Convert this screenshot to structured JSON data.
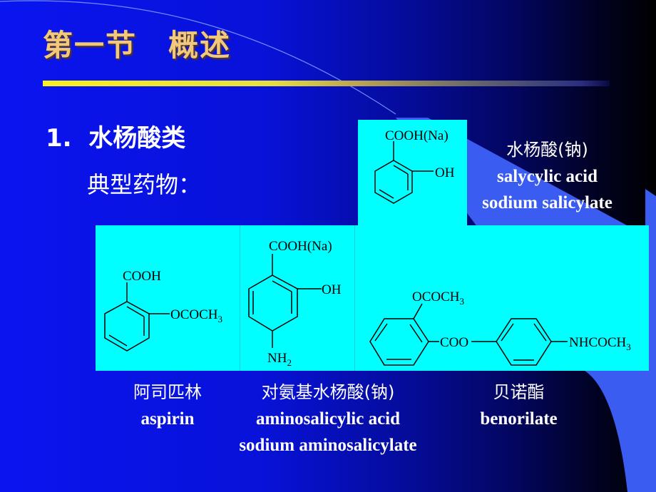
{
  "slide": {
    "title": "第一节　概述",
    "heading": "1.  水杨酸类",
    "subheading": "典型药物：",
    "colors": {
      "background_left": "#0a14f0",
      "background_right": "#000000",
      "title": "#f2c97c",
      "accent_bar": "#f8f020",
      "structure_box": "#00ffff",
      "band": "#3a5cf0",
      "text": "#ffffff"
    }
  },
  "drugs": [
    {
      "name_cn": "水杨酸(钠)",
      "name_en_1": "salycylic acid",
      "name_en_2": "sodium salicylate",
      "structure": {
        "top_group": "COOH(Na)",
        "side_group": "OH"
      }
    },
    {
      "name_cn": "阿司匹林",
      "name_en_1": "aspirin",
      "structure": {
        "top_group": "COOH",
        "side_group": "OCOCH",
        "side_sub": "3"
      }
    },
    {
      "name_cn": "对氨基水杨酸(钠)",
      "name_en_1": "aminosalicylic acid",
      "name_en_2": "sodium aminosalicylate",
      "structure": {
        "top_group": "COOH(Na)",
        "side_group": "OH",
        "bottom_group": "NH",
        "bottom_sub": "2"
      }
    },
    {
      "name_cn": "贝诺酯",
      "name_en_1": "benorilate",
      "structure": {
        "top_group": "OCOCH",
        "top_sub": "3",
        "linker": "COO",
        "end_group": "NHCOCH",
        "end_sub": "3"
      }
    }
  ]
}
